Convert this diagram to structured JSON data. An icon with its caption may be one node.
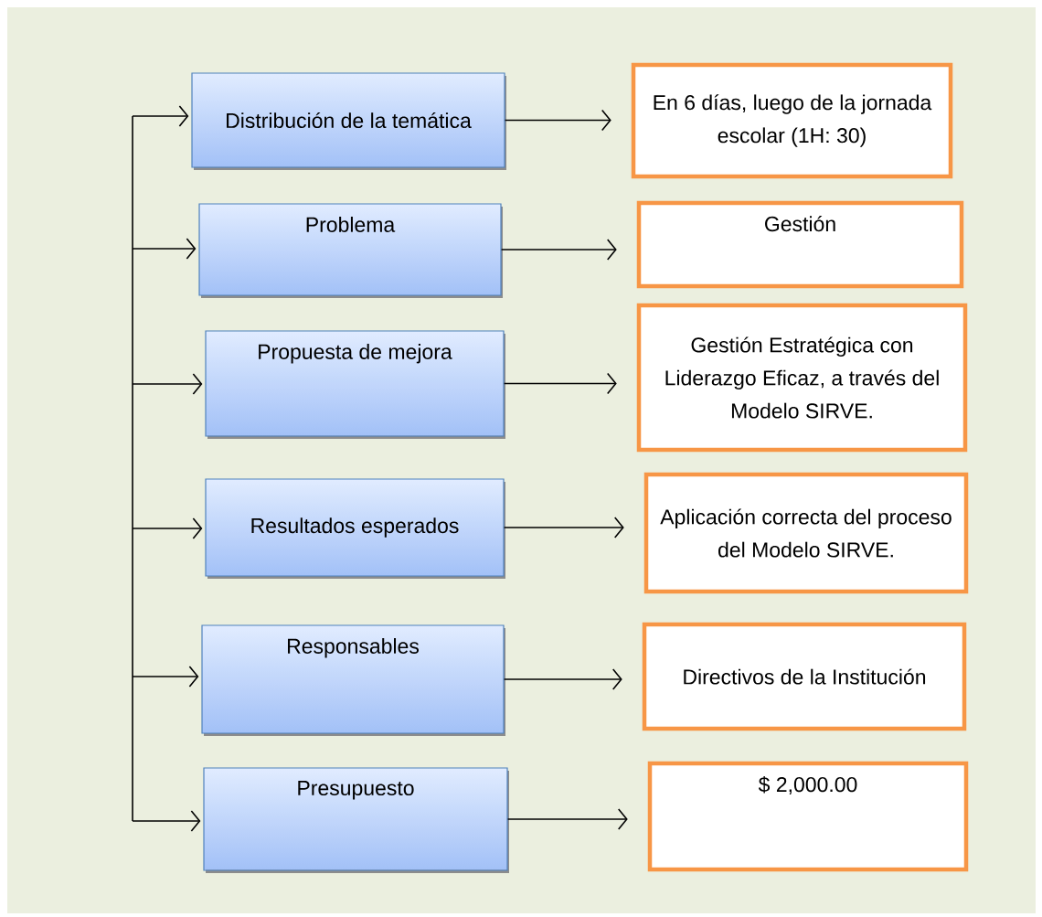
{
  "diagram": {
    "nodes": [
      {
        "text": [
          "Distribución de la temática"
        ]
      },
      {
        "text": [
          "Problema"
        ]
      },
      {
        "text": [
          "Propuesta de mejora"
        ]
      },
      {
        "text": [
          "Resultados esperados"
        ]
      },
      {
        "text": [
          "Responsables"
        ]
      },
      {
        "text": [
          "Presupuesto"
        ]
      },
      {
        "text": [
          "En 6 días, luego de la jornada escolar (1H: 30)"
        ]
      },
      {
        "text": [
          "Gestión"
        ]
      },
      {
        "text": [
          "Gestión Estratégica con Liderazgo Eficaz, a través del Modelo SIRVE."
        ]
      },
      {
        "text": [
          "Aplicación correcta del proceso  del Modelo SIRVE."
        ]
      },
      {
        "text": [
          "Directivos de la Institución"
        ]
      },
      {
        "text": [
          "$ 2,000.00"
        ]
      }
    ],
    "edges": [
      {
        "from": null,
        "to": 0,
        "arrow": "to"
      },
      {
        "from": null,
        "to": 1,
        "arrow": "to"
      },
      {
        "from": null,
        "to": 2,
        "arrow": "to"
      },
      {
        "from": null,
        "to": 3,
        "arrow": "to"
      },
      {
        "from": null,
        "to": 4,
        "arrow": "to"
      },
      {
        "from": null,
        "to": 5,
        "arrow": "to"
      },
      {
        "from": 0,
        "to": 6,
        "arrow": "to"
      },
      {
        "from": 1,
        "to": 7,
        "arrow": "to"
      },
      {
        "from": 2,
        "to": 8,
        "arrow": "to"
      },
      {
        "from": 3,
        "to": 9,
        "arrow": "to"
      },
      {
        "from": 4,
        "to": 10,
        "arrow": "to"
      },
      {
        "from": 5,
        "to": 11,
        "arrow": "to"
      }
    ]
  }
}
